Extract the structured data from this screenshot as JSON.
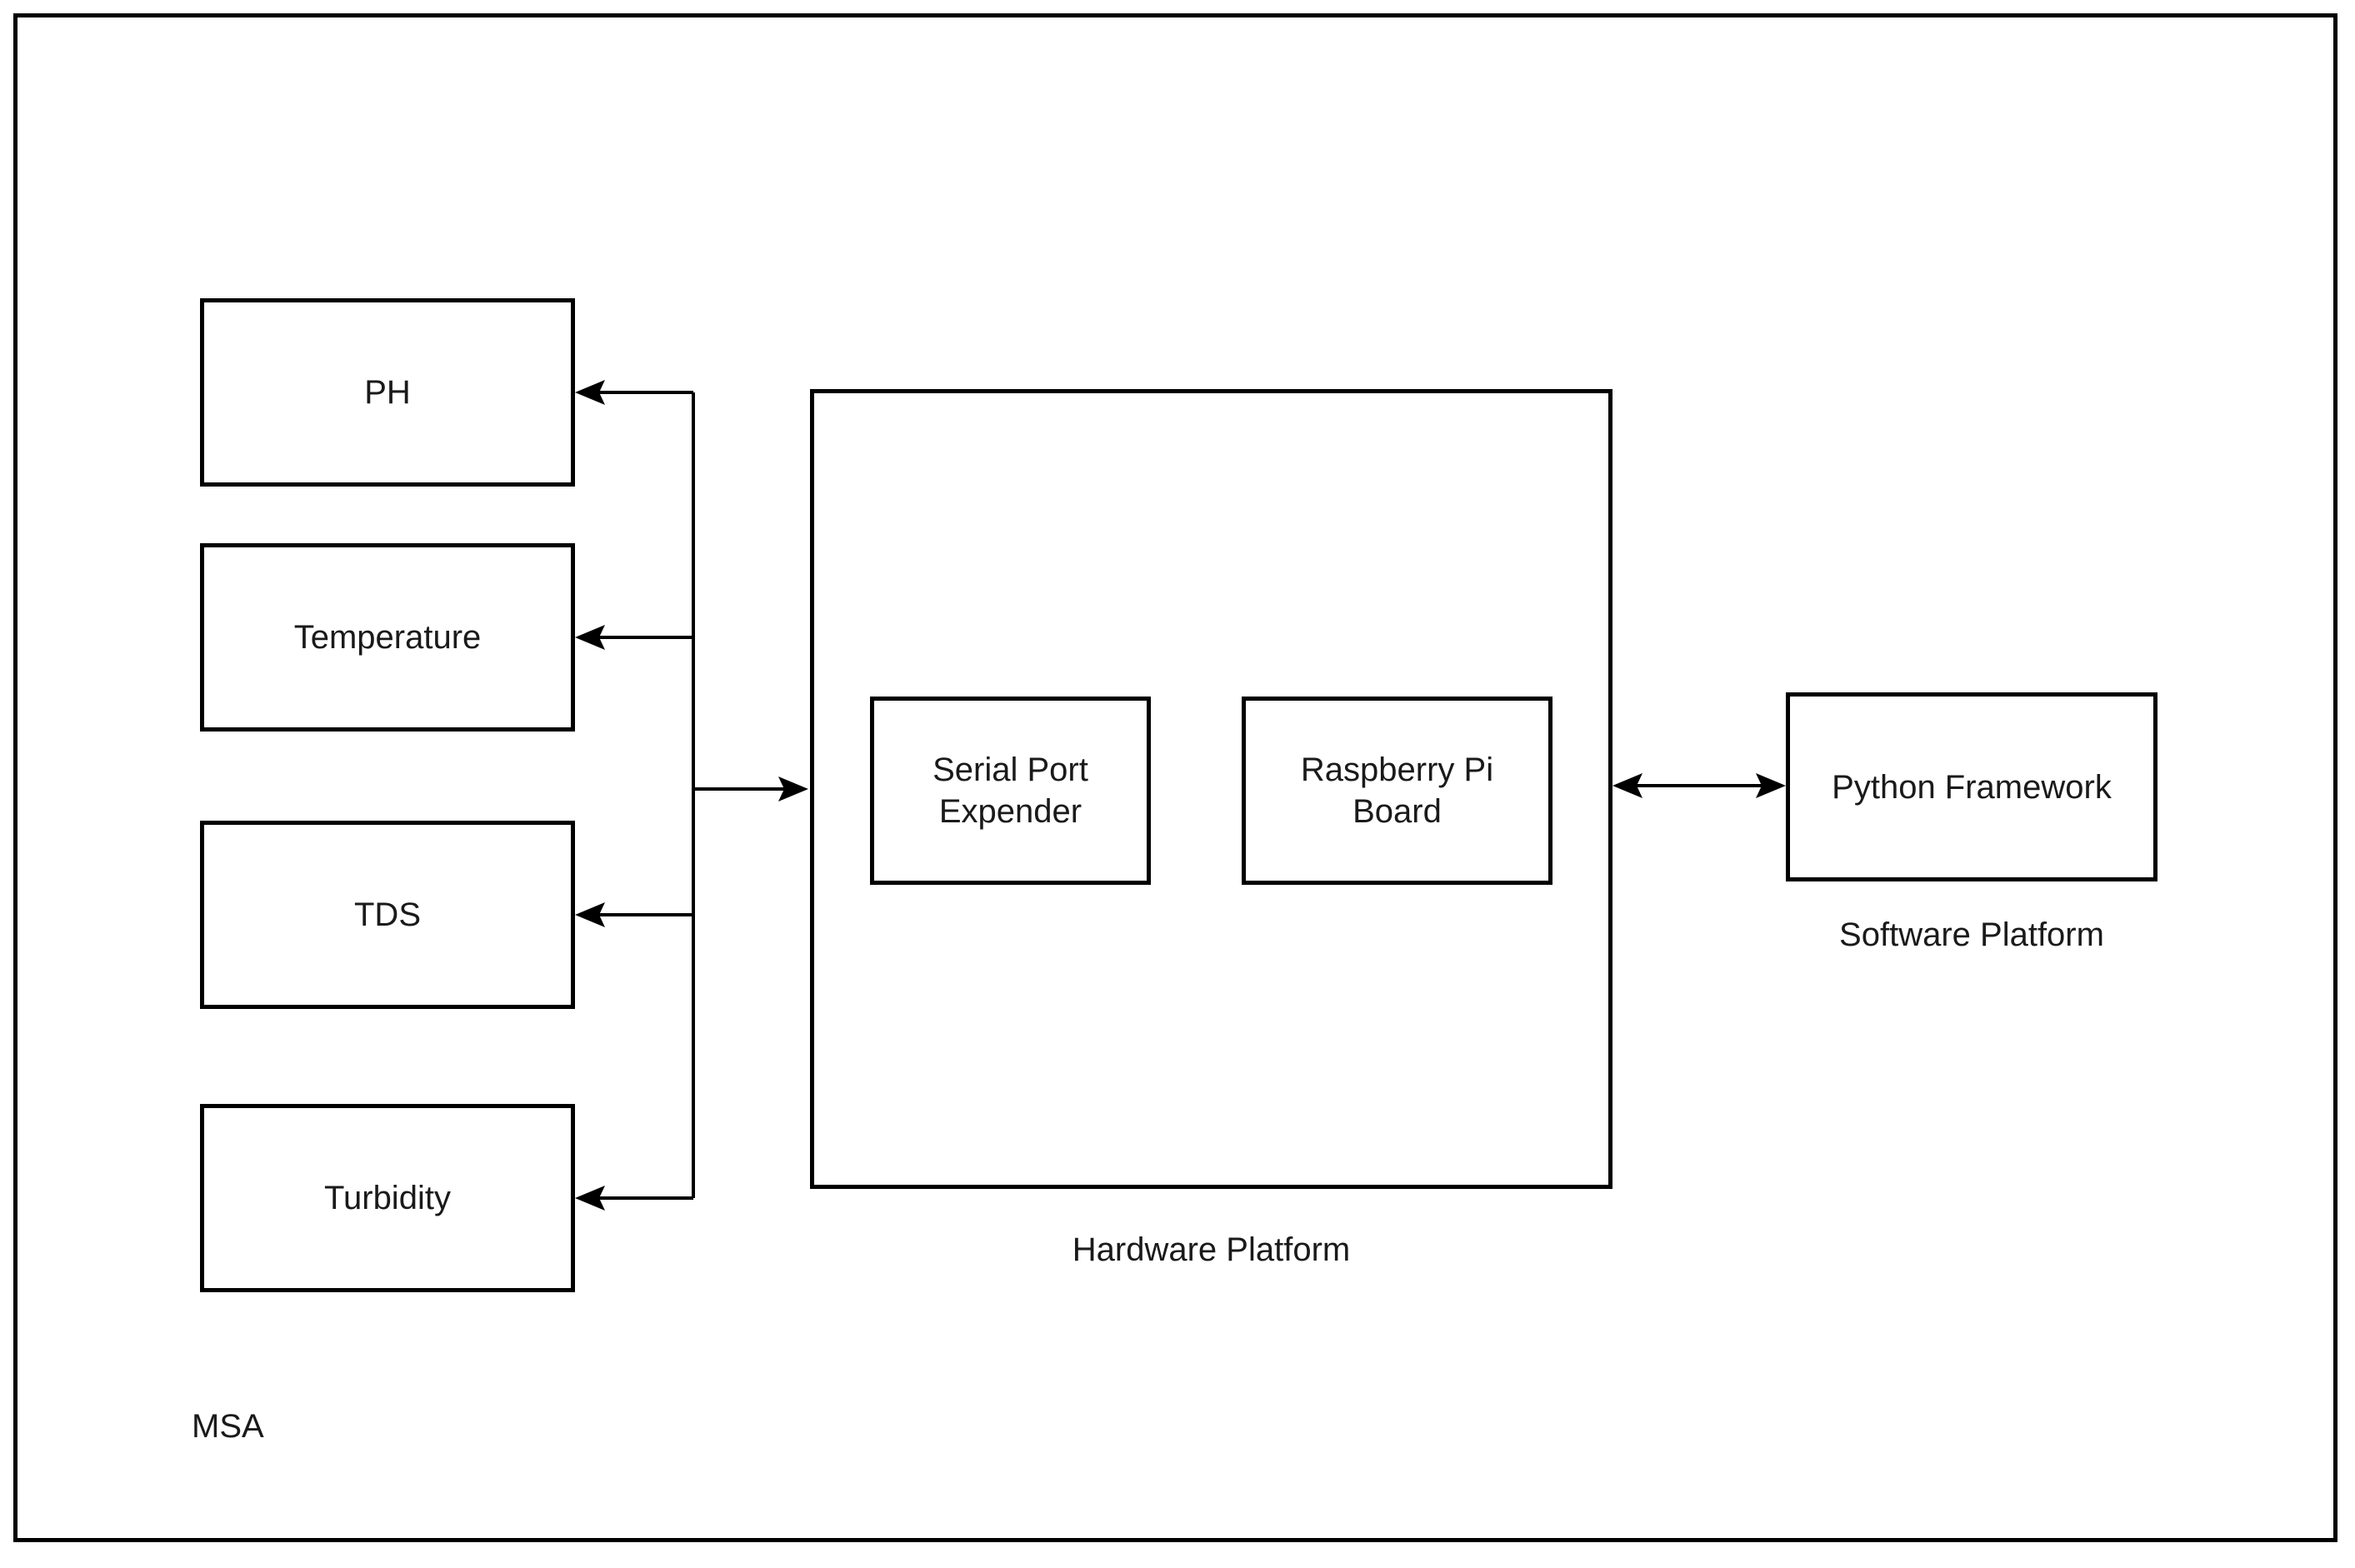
{
  "diagram": {
    "background_color": "#ffffff",
    "line_color": "#000000",
    "text_color": "#1a1a1a",
    "sensor_group_label": "MSA",
    "sensors": [
      {
        "label": "PH"
      },
      {
        "label": "Temperature"
      },
      {
        "label": "TDS"
      },
      {
        "label": "Turbidity"
      }
    ],
    "hardware_platform": {
      "caption": "Hardware Platform",
      "nodes": [
        {
          "label": "Serial Port Expender"
        },
        {
          "label": "Raspberry Pi Board"
        }
      ]
    },
    "software_platform": {
      "caption": "Software Platform",
      "nodes": [
        {
          "label": "Python Framework"
        }
      ]
    }
  }
}
